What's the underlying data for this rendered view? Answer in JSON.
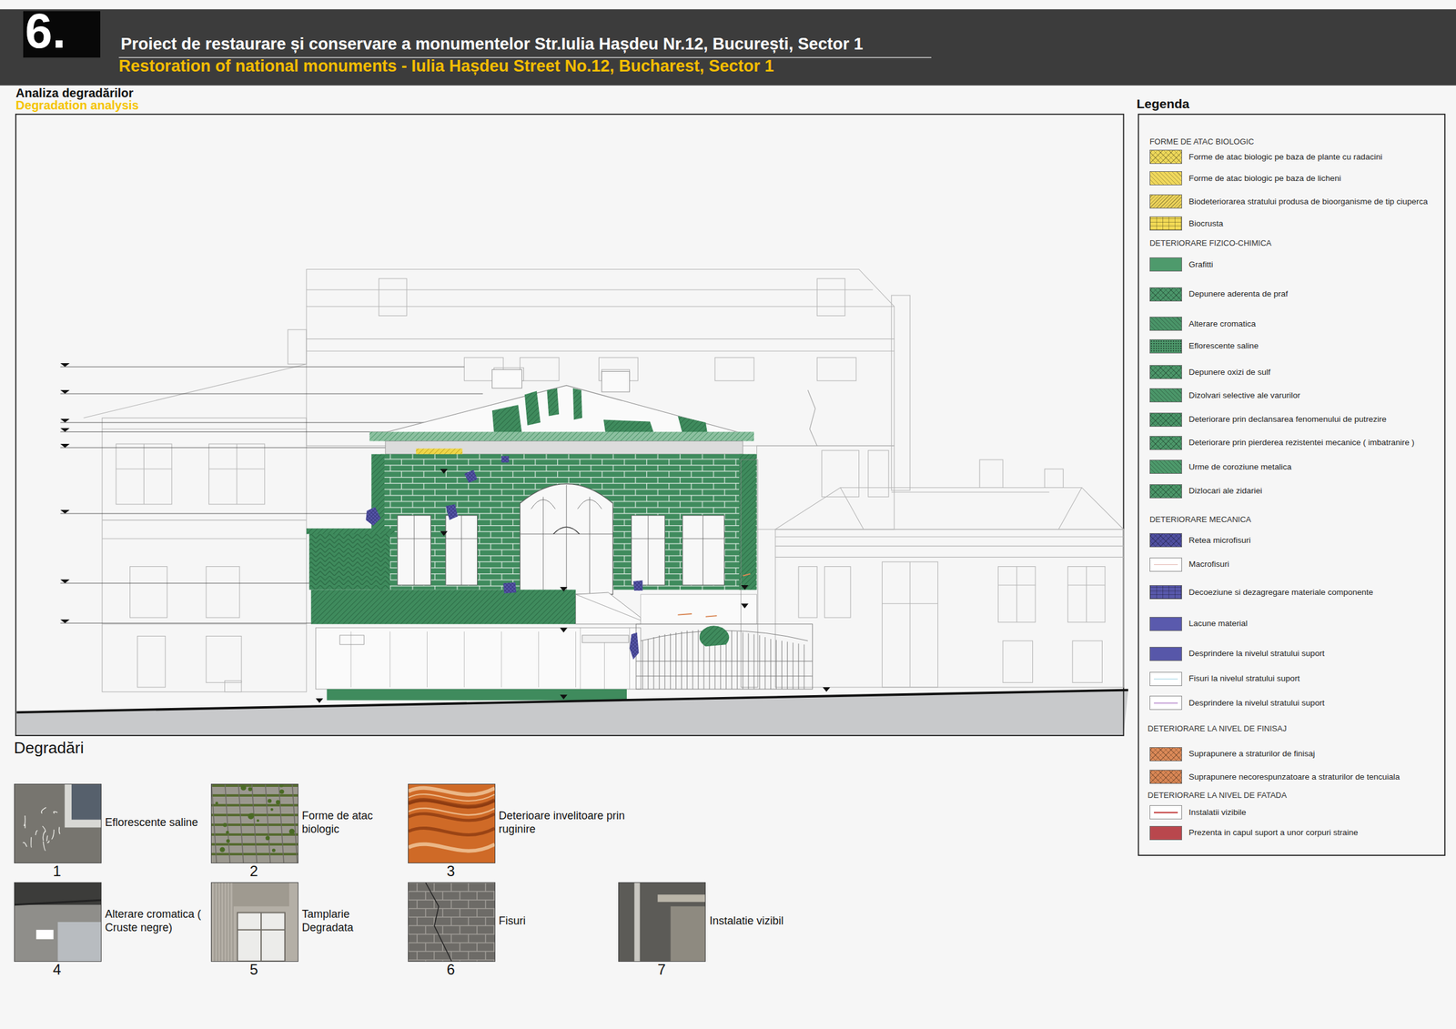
{
  "diagram": {
    "title": "Proiect de restaurare și conservare a monumentelor Str.Iulia Hașdeu Nr.12, București, Sector 1",
    "nodes": [
      {
        "text": [
          "Eflorescente saline",
          "1"
        ]
      },
      {
        "text": [
          "Forme de atac biologic",
          "2"
        ]
      },
      {
        "text": [
          "Deterioare invelitoare prin ruginire",
          "3"
        ]
      },
      {
        "text": [
          "Alterare cromatica ( Cruste negre)",
          "4"
        ]
      },
      {
        "text": [
          "Tamplarie Degradata",
          "5"
        ]
      },
      {
        "text": [
          "Fisuri",
          "6"
        ]
      },
      {
        "text": [
          "Instalatie vizibil",
          "7"
        ]
      }
    ],
    "labels": [
      "6.",
      "Restoration of national monuments - Iulia Hașdeu Street No.12, Bucharest, Sector 1",
      "Analiza degradărilor",
      "Degradation analysis",
      "Legenda",
      "FORME DE ATAC BIOLOGIC",
      "DETERIORARE FIZICO-CHIMICA",
      "DETERIORARE MECANICA",
      "DETERIORARE LA NIVEL DE FINISAJ",
      "DETERIORARE LA NIVEL DE FATADA",
      "Degradări"
    ],
    "legend": [
      {
        "text": "Forme de atac biologic pe baza de plante cu radacini",
        "color": "#efd95a"
      },
      {
        "text": "Forme de atac biologic pe baza de licheni",
        "color": "#f0d85c"
      },
      {
        "text": "Biodeteriorarea stratului produsa de bioorganisme de tip ciuperca",
        "color": "#ecd35a"
      },
      {
        "text": "Biocrusta",
        "color": "#f2da55"
      },
      {
        "text": "Grafitti",
        "color": "#4e9a6c"
      },
      {
        "text": "Depunere aderenta de praf",
        "color": "#4b966a"
      },
      {
        "text": "Alterare cromatica",
        "color": "#4a9468"
      },
      {
        "text": "Eflorescente saline",
        "color": "#4d986b"
      },
      {
        "text": "Depunere oxizi de sulf",
        "color": "#4c976a"
      },
      {
        "text": "Dizolvari selective ale varurilor",
        "color": "#4b9669"
      },
      {
        "text": "Deteriorare prin declansarea fenomenului de putrezire",
        "color": "#4a9568"
      },
      {
        "text": "Deteriorare prin pierderea rezistentei mecanice ( imbatranire )",
        "color": "#4c986a"
      },
      {
        "text": "Urme de coroziune metalica",
        "color": "#4d996b"
      },
      {
        "text": "Dizlocari ale zidariei",
        "color": "#4b9769"
      },
      {
        "text": "Retea microfisuri",
        "color": "#4f4fa0"
      },
      {
        "text": "Macrofisuri"
      },
      {
        "text": "Decoeziune si dezagregare materiale componente",
        "color": "#5858aa"
      },
      {
        "text": "Lacune material",
        "color": "#5a5aad"
      },
      {
        "text": "Desprindere la nivelul stratului suport",
        "color": "#5757a9"
      },
      {
        "text": "Fisuri la nivelul stratului suport"
      },
      {
        "text": "Desprindere la nivelul stratului suport"
      },
      {
        "text": "Suprapunere a straturilor de finisaj",
        "color": "#dc8a58"
      },
      {
        "text": "Suprapunere necorespunzatoare a straturilor de tencuiala",
        "color": "#d98755"
      },
      {
        "text": "Instalatii vizibile"
      },
      {
        "text": "Prezenta in capul suport a unor corpuri straine",
        "color": "#b9474d"
      }
    ]
  }
}
